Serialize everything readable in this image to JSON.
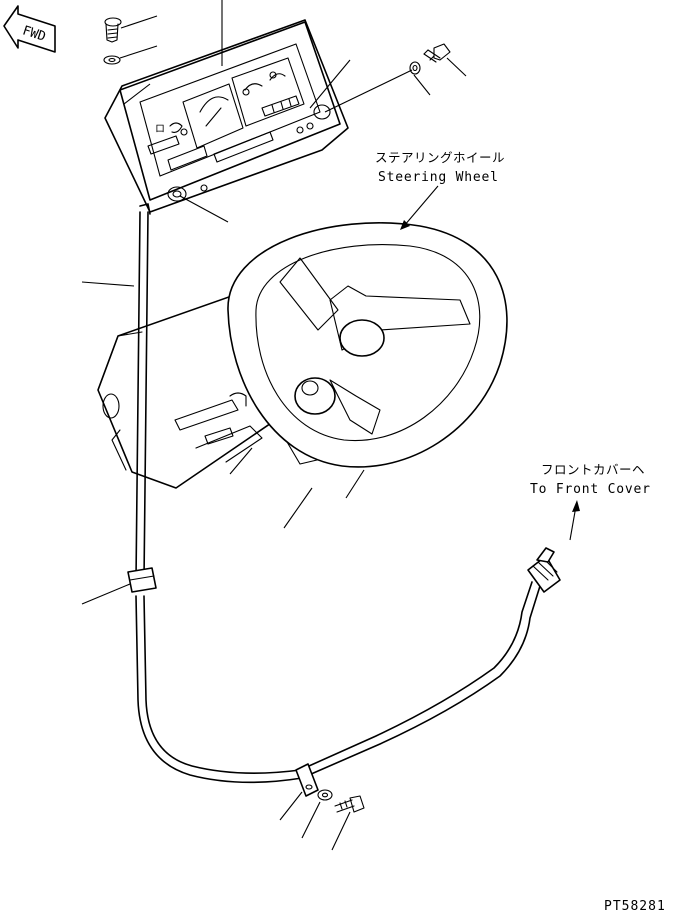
{
  "fwd_label": "FWD",
  "callouts": {
    "steering_wheel_jp": "ステアリングホイール",
    "steering_wheel_en": "Steering Wheel",
    "front_cover_jp": "フロントカバーヘ",
    "front_cover_en": "To Front Cover"
  },
  "drawing_number": "PT58281"
}
